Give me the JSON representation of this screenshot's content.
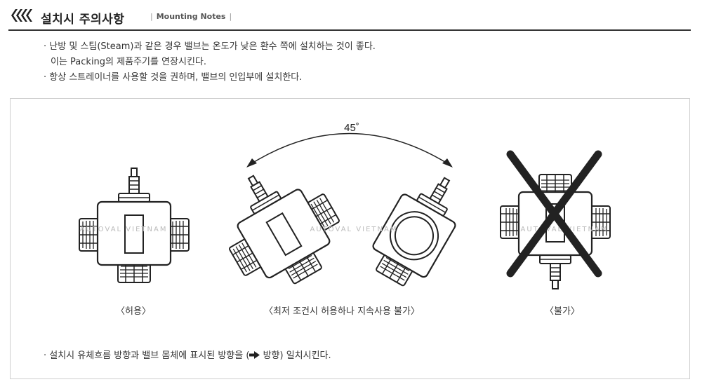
{
  "header": {
    "title": "설치시 주의사항",
    "subtitle": "Mounting Notes"
  },
  "notes": [
    "· 난방 및 스팀(Steam)과 같은 경우 밸브는 온도가 낮은 환수 쪽에 설치하는 것이 좋다.",
    "이는 Packing의 제품주기를 연장시킨다.",
    "· 항상 스트레이너를 사용할 것을 권하며, 밸브의 인입부에 설치한다."
  ],
  "figure": {
    "angle_label": "45˚",
    "watermark": "AUTOVAL VIETNAM",
    "captions": {
      "allowed": "〈허용〉",
      "conditional": "〈최저 조건시 허용하나 지속사용 불가〉",
      "not_allowed": "〈불가〉"
    }
  },
  "footnote": {
    "prefix": "· 설치시 유체흐름 방향과 밸브 몸체에 표시된 방향을 (",
    "arrow_icon": "right-arrow-icon",
    "suffix": " 방향) 일치시킨다."
  }
}
